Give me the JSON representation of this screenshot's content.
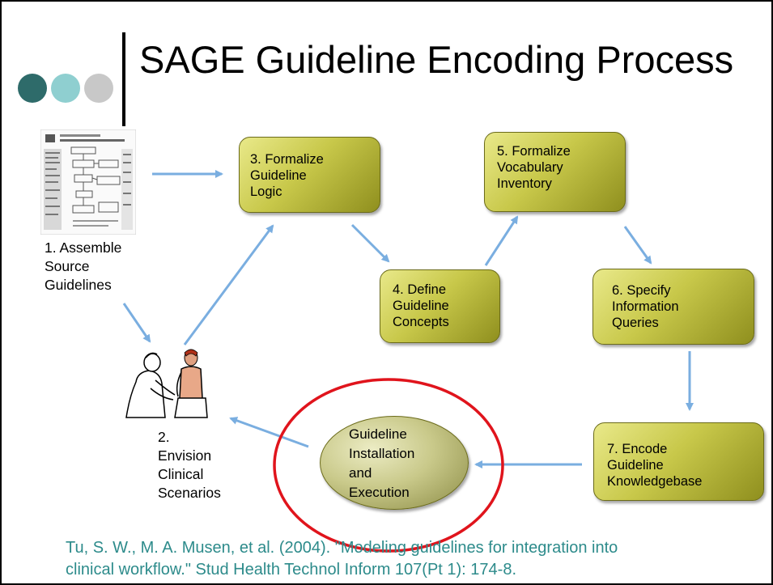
{
  "title": "SAGE Guideline Encoding Process",
  "colors": {
    "dot1": "#2e6b6a",
    "dot2": "#8fcfd0",
    "dot3": "#c8c8c8",
    "arrow": "#7aaee0",
    "highlight": "#e0141c",
    "citation": "#2d8b8b"
  },
  "steps": {
    "s1": {
      "lines": [
        "1. Assemble",
        "Source",
        "Guidelines"
      ]
    },
    "s2": {
      "lines": [
        "2.",
        "Envision",
        "Clinical",
        "Scenarios"
      ]
    },
    "s3": {
      "lines": [
        "3. Formalize",
        "Guideline",
        "Logic"
      ]
    },
    "s4": {
      "lines": [
        "4. Define",
        "Guideline",
        "Concepts"
      ]
    },
    "s5": {
      "lines": [
        "5. Formalize",
        "Vocabulary",
        "Inventory"
      ]
    },
    "s6": {
      "lines": [
        "6. Specify",
        "Information",
        "Queries"
      ]
    },
    "s7": {
      "lines": [
        "7. Encode",
        "Guideline",
        "Knowledgebase"
      ]
    },
    "final": {
      "lines": [
        "Guideline",
        "Installation",
        "and",
        "Execution"
      ]
    }
  },
  "citation": {
    "line1": "Tu, S. W., M. A. Musen, et al. (2004). \"Modeling guidelines for integration into",
    "line2": "clinical workflow.\" Stud Health Technol Inform 107(Pt 1): 174-8."
  }
}
